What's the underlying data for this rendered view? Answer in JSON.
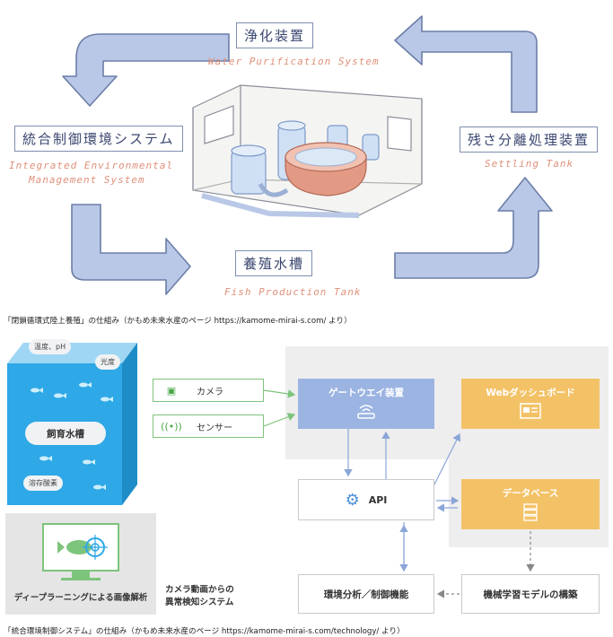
{
  "cycle": {
    "purification": {
      "jp": "浄化装置",
      "en": "Water Purification System"
    },
    "control": {
      "jp": "統合制御環境システム",
      "en_line1": "Integrated Environmental",
      "en_line2": "Management System"
    },
    "settling": {
      "jp": "残さ分離処理装置",
      "en": "Settling Tank"
    },
    "production": {
      "jp": "養殖水槽",
      "en": "Fish Production Tank"
    }
  },
  "caption1": "「閉鎖循環式陸上養殖」の仕組み（かもめ未来水産のページ https://kamome-mirai-s.com/ より）",
  "tank": {
    "label": "飼育水槽",
    "temp_ph": "温度、pH",
    "light": "光度",
    "oxygen": "溶存酸素"
  },
  "inputs": {
    "camera": "カメラ",
    "sensor": "センサー"
  },
  "nodes": {
    "gateway": "ゲートウエイ装置",
    "dashboard": "Webダッシュボード",
    "api": "API",
    "database": "データベース",
    "analysis": "環境分析／制御機能",
    "ml": "機械学習モデルの構築"
  },
  "monitor": {
    "label": "ディープラーニングによる画像解析"
  },
  "side_text_line1": "カメラ動画からの",
  "side_text_line2": "異常検知システム",
  "caption2": "「統合環境制御システム」の仕組み（かもめ未来水産のページ https://kamome-mirai-s.com/technology/ より）",
  "colors": {
    "arrow_fill": "#b9c8e6",
    "arrow_stroke": "#6c7ea8",
    "tank_blue": "#2ea8e6",
    "gateway_blue": "#9cb4e2",
    "orange": "#f3c267",
    "green": "#7dc47d",
    "grey_bg": "#eeeeee"
  }
}
